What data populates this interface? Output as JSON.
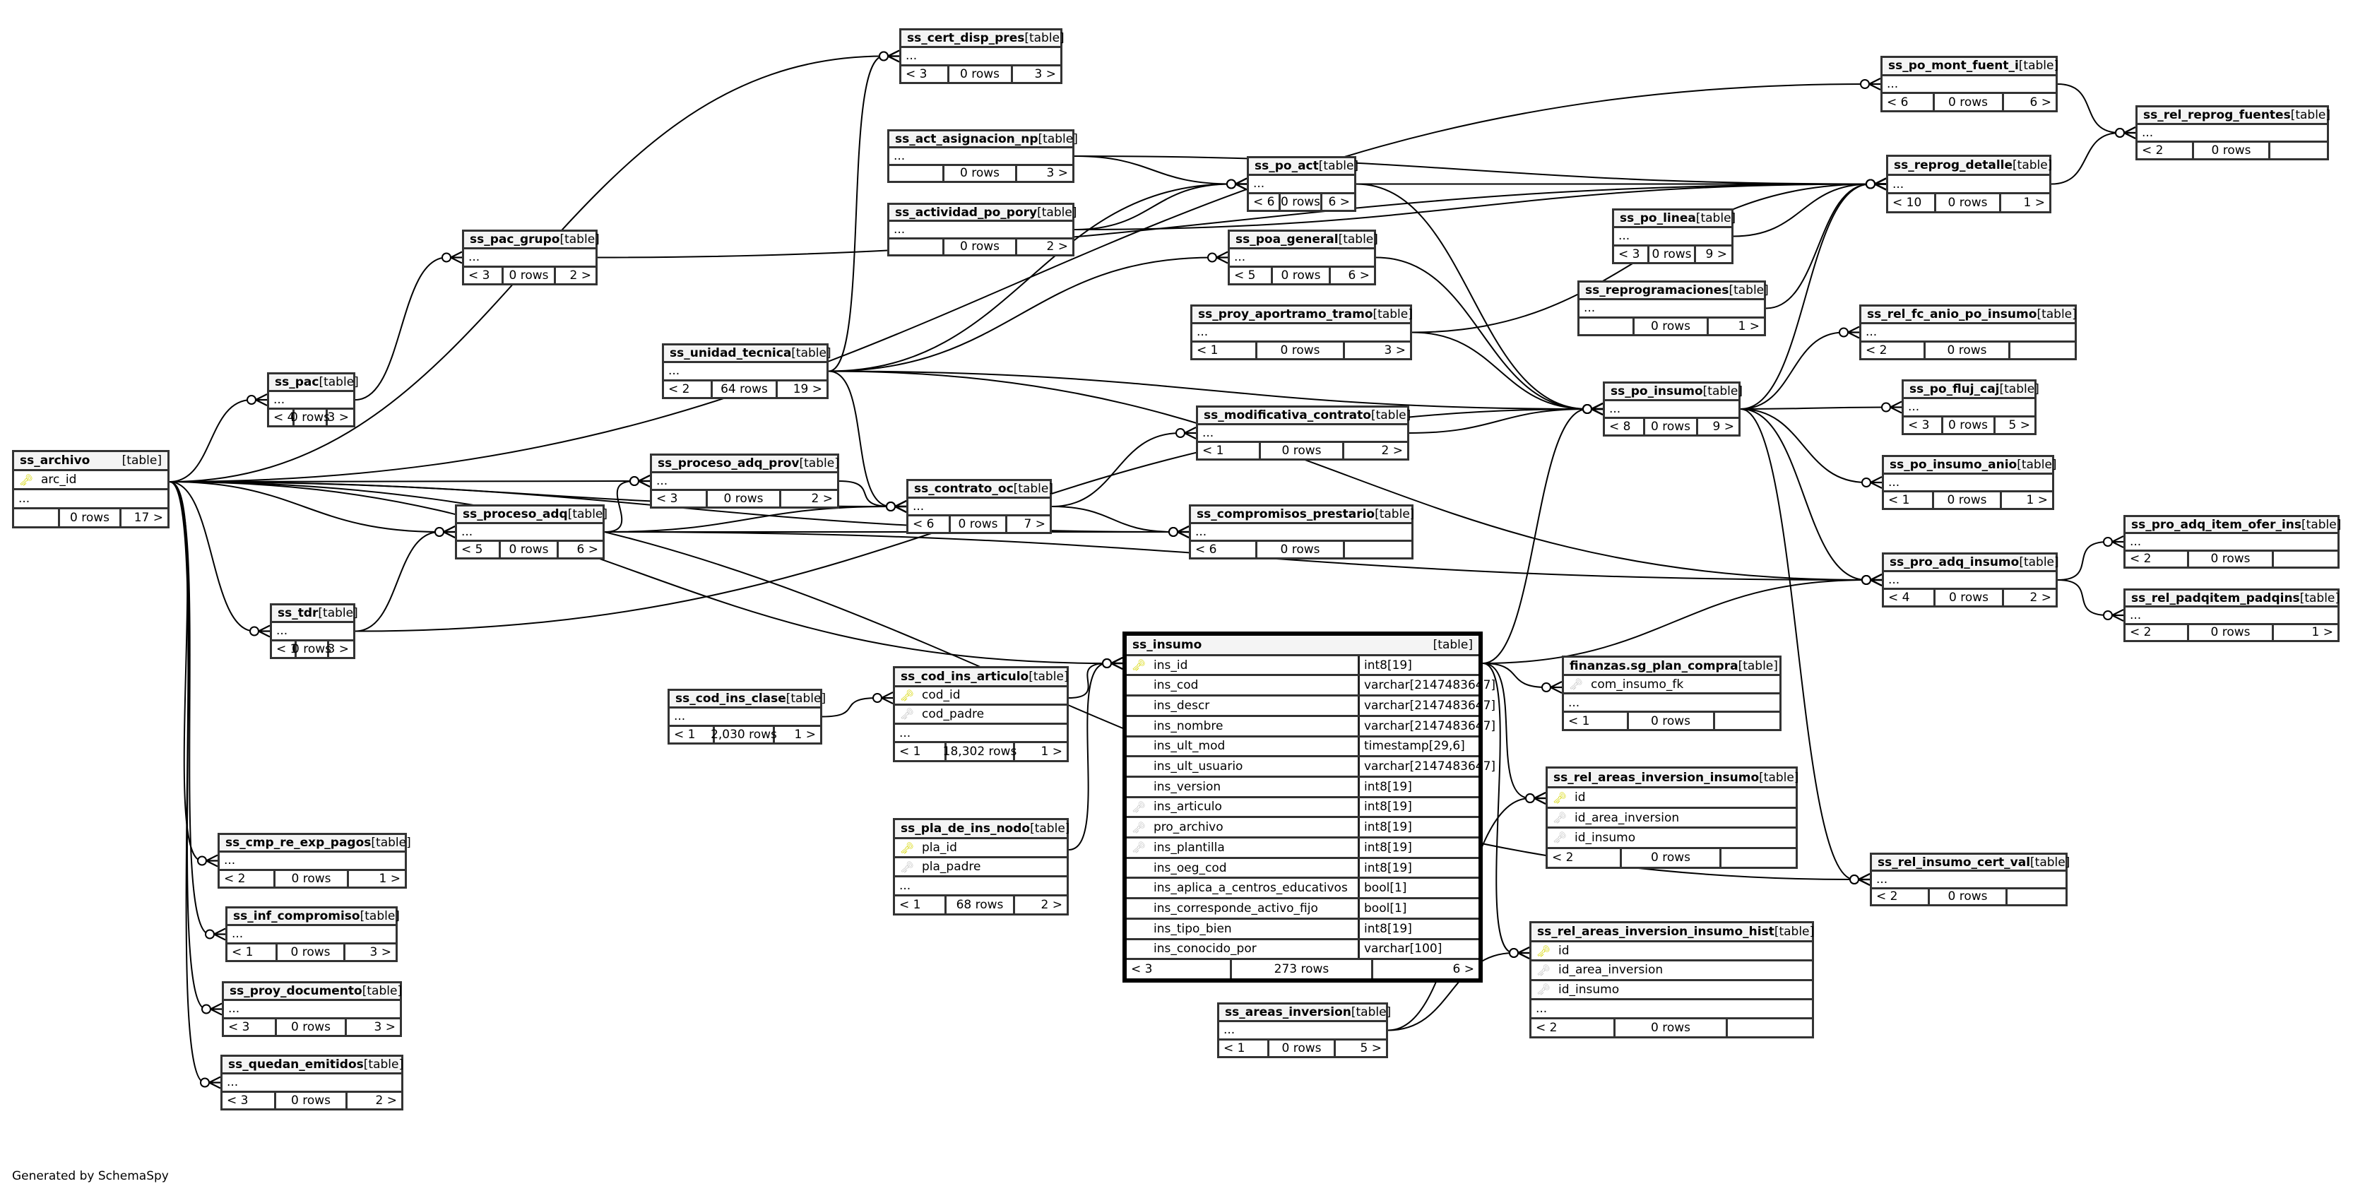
{
  "diagram": {
    "generator_note": "Generated by SchemaSpy",
    "type_label": "[table]",
    "tables": [
      {
        "id": "ss_cert_disp_pres",
        "name": "ss_cert_disp_pres",
        "columns": [],
        "more": "...",
        "parents": "< 3",
        "rows": "0 rows",
        "children": "3 >"
      },
      {
        "id": "ss_po_mont_fuent_i",
        "name": "ss_po_mont_fuent_i",
        "columns": [],
        "more": "...",
        "parents": "< 6",
        "rows": "0 rows",
        "children": "6 >"
      },
      {
        "id": "ss_rel_reprog_fuentes",
        "name": "ss_rel_reprog_fuentes",
        "columns": [],
        "more": "...",
        "parents": "< 2",
        "rows": "0 rows",
        "children": ""
      },
      {
        "id": "ss_act_asignacion_np",
        "name": "ss_act_asignacion_np",
        "columns": [],
        "more": "...",
        "parents": "",
        "rows": "0 rows",
        "children": "3 >"
      },
      {
        "id": "ss_reprog_detalle",
        "name": "ss_reprog_detalle",
        "columns": [],
        "more": "...",
        "parents": "< 10",
        "rows": "0 rows",
        "children": "1 >"
      },
      {
        "id": "ss_po_act",
        "name": "ss_po_act",
        "columns": [],
        "more": "...",
        "parents": "< 6",
        "rows": "0 rows",
        "children": "6 >"
      },
      {
        "id": "ss_actividad_po_pory",
        "name": "ss_actividad_po_pory",
        "columns": [],
        "more": "...",
        "parents": "",
        "rows": "0 rows",
        "children": "2 >"
      },
      {
        "id": "ss_po_linea",
        "name": "ss_po_linea",
        "columns": [],
        "more": "...",
        "parents": "< 3",
        "rows": "0 rows",
        "children": "9 >"
      },
      {
        "id": "ss_poa_general",
        "name": "ss_poa_general",
        "columns": [],
        "more": "...",
        "parents": "< 5",
        "rows": "0 rows",
        "children": "6 >"
      },
      {
        "id": "ss_pac_grupo",
        "name": "ss_pac_grupo",
        "columns": [],
        "more": "...",
        "parents": "< 3",
        "rows": "0 rows",
        "children": "2 >"
      },
      {
        "id": "ss_reprogramaciones",
        "name": "ss_reprogramaciones",
        "columns": [],
        "more": "...",
        "parents": "",
        "rows": "0 rows",
        "children": "1 >"
      },
      {
        "id": "ss_proy_aportramo_tramo",
        "name": "ss_proy_aportramo_tramo",
        "columns": [],
        "more": "...",
        "parents": "< 1",
        "rows": "0 rows",
        "children": "3 >"
      },
      {
        "id": "ss_rel_fc_anio_po_insumo",
        "name": "ss_rel_fc_anio_po_insumo",
        "columns": [],
        "more": "...",
        "parents": "< 2",
        "rows": "0 rows",
        "children": ""
      },
      {
        "id": "ss_unidad_tecnica",
        "name": "ss_unidad_tecnica",
        "columns": [],
        "more": "...",
        "parents": "< 2",
        "rows": "64 rows",
        "children": "19 >"
      },
      {
        "id": "ss_pac",
        "name": "ss_pac",
        "columns": [],
        "more": "...",
        "parents": "< 4",
        "rows": "0 rows",
        "children": "3 >"
      },
      {
        "id": "ss_po_insumo",
        "name": "ss_po_insumo",
        "columns": [],
        "more": "...",
        "parents": "< 8",
        "rows": "0 rows",
        "children": "9 >"
      },
      {
        "id": "ss_po_fluj_caj",
        "name": "ss_po_fluj_caj",
        "columns": [],
        "more": "...",
        "parents": "< 3",
        "rows": "0 rows",
        "children": "5 >"
      },
      {
        "id": "ss_modificativa_contrato",
        "name": "ss_modificativa_contrato",
        "columns": [],
        "more": "...",
        "parents": "< 1",
        "rows": "0 rows",
        "children": "2 >"
      },
      {
        "id": "ss_archivo",
        "name": "ss_archivo",
        "columns": [
          {
            "key": "pk",
            "name": "arc_id",
            "type": ""
          }
        ],
        "more": "...",
        "parents": "",
        "rows": "0 rows",
        "children": "17 >"
      },
      {
        "id": "ss_proceso_adq_prov",
        "name": "ss_proceso_adq_prov",
        "columns": [],
        "more": "...",
        "parents": "< 3",
        "rows": "0 rows",
        "children": "2 >"
      },
      {
        "id": "ss_po_insumo_anio",
        "name": "ss_po_insumo_anio",
        "columns": [],
        "more": "...",
        "parents": "< 1",
        "rows": "0 rows",
        "children": "1 >"
      },
      {
        "id": "ss_contrato_oc",
        "name": "ss_contrato_oc",
        "columns": [],
        "more": "...",
        "parents": "< 6",
        "rows": "0 rows",
        "children": "7 >"
      },
      {
        "id": "ss_proceso_adq",
        "name": "ss_proceso_adq",
        "columns": [],
        "more": "...",
        "parents": "< 5",
        "rows": "0 rows",
        "children": "6 >"
      },
      {
        "id": "ss_compromisos_prestario",
        "name": "ss_compromisos_prestario",
        "columns": [],
        "more": "...",
        "parents": "< 6",
        "rows": "0 rows",
        "children": ""
      },
      {
        "id": "ss_pro_adq_insumo",
        "name": "ss_pro_adq_insumo",
        "columns": [],
        "more": "...",
        "parents": "< 4",
        "rows": "0 rows",
        "children": "2 >"
      },
      {
        "id": "ss_pro_adq_item_ofer_ins",
        "name": "ss_pro_adq_item_ofer_ins",
        "columns": [],
        "more": "...",
        "parents": "< 2",
        "rows": "0 rows",
        "children": ""
      },
      {
        "id": "ss_rel_padqitem_padqins",
        "name": "ss_rel_padqitem_padqins",
        "columns": [],
        "more": "...",
        "parents": "< 2",
        "rows": "0 rows",
        "children": "1 >"
      },
      {
        "id": "ss_tdr",
        "name": "ss_tdr",
        "columns": [],
        "more": "...",
        "parents": "< 1",
        "rows": "0 rows",
        "children": "3 >"
      },
      {
        "id": "ss_insumo",
        "name": "ss_insumo",
        "focus": true,
        "columns": [
          {
            "key": "pk",
            "name": "ins_id",
            "type": "int8[19]"
          },
          {
            "key": "",
            "name": "ins_cod",
            "type": "varchar[2147483647]"
          },
          {
            "key": "",
            "name": "ins_descr",
            "type": "varchar[2147483647]"
          },
          {
            "key": "",
            "name": "ins_nombre",
            "type": "varchar[2147483647]"
          },
          {
            "key": "",
            "name": "ins_ult_mod",
            "type": "timestamp[29,6]"
          },
          {
            "key": "",
            "name": "ins_ult_usuario",
            "type": "varchar[2147483647]"
          },
          {
            "key": "",
            "name": "ins_version",
            "type": "int8[19]"
          },
          {
            "key": "fk",
            "name": "ins_articulo",
            "type": "int8[19]"
          },
          {
            "key": "fk",
            "name": "pro_archivo",
            "type": "int8[19]"
          },
          {
            "key": "fk",
            "name": "ins_plantilla",
            "type": "int8[19]"
          },
          {
            "key": "",
            "name": "ins_oeg_cod",
            "type": "int8[19]"
          },
          {
            "key": "",
            "name": "ins_aplica_a_centros_educativos",
            "type": "bool[1]"
          },
          {
            "key": "",
            "name": "ins_corresponde_activo_fijo",
            "type": "bool[1]"
          },
          {
            "key": "",
            "name": "ins_tipo_bien",
            "type": "int8[19]"
          },
          {
            "key": "",
            "name": "ins_conocido_por",
            "type": "varchar[100]"
          }
        ],
        "more": "",
        "parents": "< 3",
        "rows": "273 rows",
        "children": "6 >"
      },
      {
        "id": "finanzas_sg_plan_compra",
        "name": "finanzas.sg_plan_compra",
        "columns": [
          {
            "key": "fk",
            "name": "com_insumo_fk",
            "type": ""
          }
        ],
        "more": "...",
        "parents": "< 1",
        "rows": "0 rows",
        "children": ""
      },
      {
        "id": "ss_cod_ins_clase",
        "name": "ss_cod_ins_clase",
        "columns": [],
        "more": "...",
        "parents": "< 1",
        "rows": "2,030 rows",
        "children": "1 >"
      },
      {
        "id": "ss_cod_ins_articulo",
        "name": "ss_cod_ins_articulo",
        "columns": [
          {
            "key": "pk",
            "name": "cod_id",
            "type": ""
          },
          {
            "key": "fk",
            "name": "cod_padre",
            "type": ""
          }
        ],
        "more": "...",
        "parents": "< 1",
        "rows": "18,302 rows",
        "children": "1 >"
      },
      {
        "id": "ss_rel_areas_inversion_insumo",
        "name": "ss_rel_areas_inversion_insumo",
        "columns": [
          {
            "key": "pk",
            "name": "id",
            "type": ""
          },
          {
            "key": "fk",
            "name": "id_area_inversion",
            "type": ""
          },
          {
            "key": "fk",
            "name": "id_insumo",
            "type": ""
          }
        ],
        "more": "",
        "parents": "< 2",
        "rows": "0 rows",
        "children": ""
      },
      {
        "id": "ss_pla_de_ins_nodo",
        "name": "ss_pla_de_ins_nodo",
        "columns": [
          {
            "key": "pk",
            "name": "pla_id",
            "type": ""
          },
          {
            "key": "fk",
            "name": "pla_padre",
            "type": ""
          }
        ],
        "more": "...",
        "parents": "< 1",
        "rows": "68 rows",
        "children": "2 >"
      },
      {
        "id": "ss_cmp_re_exp_pagos",
        "name": "ss_cmp_re_exp_pagos",
        "columns": [],
        "more": "...",
        "parents": "< 2",
        "rows": "0 rows",
        "children": "1 >"
      },
      {
        "id": "ss_rel_insumo_cert_val",
        "name": "ss_rel_insumo_cert_val",
        "columns": [],
        "more": "...",
        "parents": "< 2",
        "rows": "0 rows",
        "children": ""
      },
      {
        "id": "ss_inf_compromiso",
        "name": "ss_inf_compromiso",
        "columns": [],
        "more": "...",
        "parents": "< 1",
        "rows": "0 rows",
        "children": "3 >"
      },
      {
        "id": "ss_rel_areas_inversion_insumo_hist",
        "name": "ss_rel_areas_inversion_insumo_hist",
        "columns": [
          {
            "key": "pk",
            "name": "id",
            "type": ""
          },
          {
            "key": "fk",
            "name": "id_area_inversion",
            "type": ""
          },
          {
            "key": "fk",
            "name": "id_insumo",
            "type": ""
          }
        ],
        "more": "...",
        "parents": "< 2",
        "rows": "0 rows",
        "children": ""
      },
      {
        "id": "ss_proy_documento",
        "name": "ss_proy_documento",
        "columns": [],
        "more": "...",
        "parents": "< 3",
        "rows": "0 rows",
        "children": "3 >"
      },
      {
        "id": "ss_areas_inversion",
        "name": "ss_areas_inversion",
        "columns": [],
        "more": "...",
        "parents": "< 1",
        "rows": "0 rows",
        "children": "5 >"
      },
      {
        "id": "ss_quedan_emitidos",
        "name": "ss_quedan_emitidos",
        "columns": [],
        "more": "...",
        "parents": "< 3",
        "rows": "0 rows",
        "children": "2 >"
      }
    ],
    "relationships": [
      {
        "from": "ss_archivo",
        "to": "ss_pac"
      },
      {
        "from": "ss_archivo",
        "to": "ss_tdr"
      },
      {
        "from": "ss_archivo",
        "to": "ss_proceso_adq"
      },
      {
        "from": "ss_archivo",
        "to": "ss_proceso_adq_prov"
      },
      {
        "from": "ss_archivo",
        "to": "ss_contrato_oc"
      },
      {
        "from": "ss_archivo",
        "to": "ss_cert_disp_pres"
      },
      {
        "from": "ss_archivo",
        "to": "ss_po_mont_fuent_i"
      },
      {
        "from": "ss_archivo",
        "to": "ss_compromisos_prestario"
      },
      {
        "from": "ss_archivo",
        "to": "ss_insumo"
      },
      {
        "from": "ss_archivo",
        "to": "ss_rel_insumo_cert_val"
      },
      {
        "from": "ss_archivo",
        "to": "ss_cmp_re_exp_pagos"
      },
      {
        "from": "ss_archivo",
        "to": "ss_inf_compromiso"
      },
      {
        "from": "ss_archivo",
        "to": "ss_proy_documento"
      },
      {
        "from": "ss_archivo",
        "to": "ss_quedan_emitidos"
      },
      {
        "from": "ss_pac",
        "to": "ss_pac_grupo"
      },
      {
        "from": "ss_pac_grupo",
        "to": "ss_reprog_detalle"
      },
      {
        "from": "ss_unidad_tecnica",
        "to": "ss_cert_disp_pres"
      },
      {
        "from": "ss_unidad_tecnica",
        "to": "ss_po_act"
      },
      {
        "from": "ss_unidad_tecnica",
        "to": "ss_poa_general"
      },
      {
        "from": "ss_unidad_tecnica",
        "to": "ss_po_insumo"
      },
      {
        "from": "ss_unidad_tecnica",
        "to": "ss_contrato_oc"
      },
      {
        "from": "ss_unidad_tecnica",
        "to": "ss_pro_adq_insumo"
      },
      {
        "from": "ss_act_asignacion_np",
        "to": "ss_po_act"
      },
      {
        "from": "ss_act_asignacion_np",
        "to": "ss_reprog_detalle"
      },
      {
        "from": "ss_actividad_po_pory",
        "to": "ss_po_act"
      },
      {
        "from": "ss_actividad_po_pory",
        "to": "ss_reprog_detalle"
      },
      {
        "from": "ss_po_act",
        "to": "ss_reprog_detalle"
      },
      {
        "from": "ss_po_act",
        "to": "ss_po_insumo"
      },
      {
        "from": "ss_poa_general",
        "to": "ss_po_insumo"
      },
      {
        "from": "ss_proy_aportramo_tramo",
        "to": "ss_po_insumo"
      },
      {
        "from": "ss_proy_aportramo_tramo",
        "to": "ss_reprog_detalle"
      },
      {
        "from": "ss_modificativa_contrato",
        "to": "ss_po_insumo"
      },
      {
        "from": "ss_contrato_oc",
        "to": "ss_modificativa_contrato"
      },
      {
        "from": "ss_contrato_oc",
        "to": "ss_compromisos_prestario"
      },
      {
        "from": "ss_proceso_adq",
        "to": "ss_proceso_adq_prov"
      },
      {
        "from": "ss_proceso_adq",
        "to": "ss_contrato_oc"
      },
      {
        "from": "ss_proceso_adq",
        "to": "ss_compromisos_prestario"
      },
      {
        "from": "ss_proceso_adq",
        "to": "ss_pro_adq_insumo"
      },
      {
        "from": "ss_proceso_adq_prov",
        "to": "ss_contrato_oc"
      },
      {
        "from": "ss_tdr",
        "to": "ss_proceso_adq"
      },
      {
        "from": "ss_tdr",
        "to": "ss_po_insumo"
      },
      {
        "from": "ss_po_linea",
        "to": "ss_reprog_detalle"
      },
      {
        "from": "ss_reprogramaciones",
        "to": "ss_reprog_detalle"
      },
      {
        "from": "ss_po_mont_fuent_i",
        "to": "ss_rel_reprog_fuentes"
      },
      {
        "from": "ss_reprog_detalle",
        "to": "ss_rel_reprog_fuentes"
      },
      {
        "from": "ss_po_insumo",
        "to": "ss_reprog_detalle"
      },
      {
        "from": "ss_po_insumo",
        "to": "ss_rel_fc_anio_po_insumo"
      },
      {
        "from": "ss_po_insumo",
        "to": "ss_po_fluj_caj"
      },
      {
        "from": "ss_po_insumo",
        "to": "ss_po_insumo_anio"
      },
      {
        "from": "ss_po_insumo",
        "to": "ss_pro_adq_insumo"
      },
      {
        "from": "ss_po_insumo",
        "to": "ss_rel_insumo_cert_val"
      },
      {
        "from": "ss_pro_adq_insumo",
        "to": "ss_pro_adq_item_ofer_ins"
      },
      {
        "from": "ss_pro_adq_insumo",
        "to": "ss_rel_padqitem_padqins"
      },
      {
        "from": "ss_insumo",
        "to": "ss_po_insumo"
      },
      {
        "from": "ss_insumo",
        "to": "ss_pro_adq_insumo"
      },
      {
        "from": "ss_insumo",
        "to": "finanzas_sg_plan_compra"
      },
      {
        "from": "ss_insumo",
        "to": "ss_rel_areas_inversion_insumo"
      },
      {
        "from": "ss_insumo",
        "to": "ss_rel_areas_inversion_insumo_hist"
      },
      {
        "from": "ss_cod_ins_clase",
        "to": "ss_cod_ins_articulo"
      },
      {
        "from": "ss_cod_ins_articulo",
        "to": "ss_insumo"
      },
      {
        "from": "ss_pla_de_ins_nodo",
        "to": "ss_insumo"
      },
      {
        "from": "ss_areas_inversion",
        "to": "ss_rel_areas_inversion_insumo"
      },
      {
        "from": "ss_areas_inversion",
        "to": "ss_rel_areas_inversion_insumo_hist"
      }
    ]
  }
}
